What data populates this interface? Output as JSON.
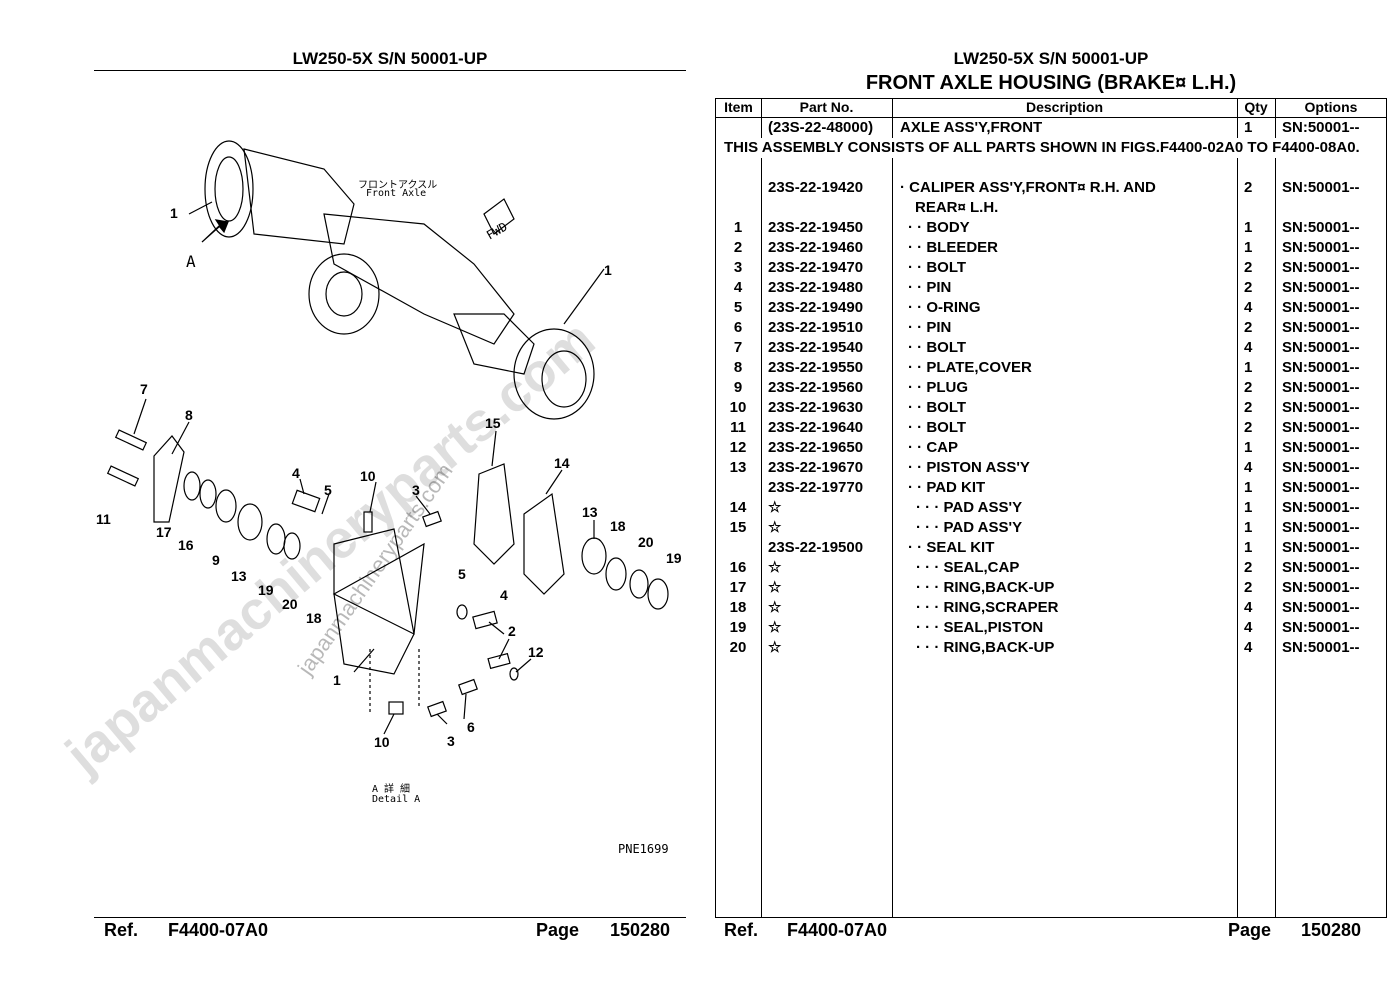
{
  "left": {
    "title": "LW250-5X S/N 50001-UP",
    "footer": {
      "ref_label": "Ref.",
      "ref": "F4400-07A0",
      "page_label": "Page",
      "page": "150280"
    }
  },
  "right": {
    "title": "LW250-5X S/N 50001-UP",
    "subtitle": "FRONT AXLE HOUSING (BRAKE¤ L.H.)",
    "footer": {
      "ref_label": "Ref.",
      "ref": "F4400-07A0",
      "page_label": "Page",
      "page": "150280"
    }
  },
  "table": {
    "headers": {
      "item": "Item",
      "part": "Part No.",
      "desc": "Description",
      "qty": "Qty",
      "opt": "Options"
    },
    "first_row": {
      "item": "",
      "part": "(23S-22-48000)",
      "desc": "AXLE ASS'Y,FRONT",
      "qty": "1",
      "opt": "SN:50001--"
    },
    "note": "THIS ASSEMBLY CONSISTS OF ALL PARTS SHOWN IN FIGS.F4400-02A0 TO F4400-08A0.",
    "caliper": {
      "item": "",
      "part": "23S-22-19420",
      "desc1": "· CALIPER ASS'Y,FRONT¤ R.H. AND",
      "desc2": "REAR¤ L.H.",
      "qty": "2",
      "opt": "SN:50001--"
    },
    "rows": [
      {
        "item": "1",
        "part": "23S-22-19450",
        "desc": "· · BODY",
        "qty": "1",
        "opt": "SN:50001--"
      },
      {
        "item": "2",
        "part": "23S-22-19460",
        "desc": "· · BLEEDER",
        "qty": "1",
        "opt": "SN:50001--"
      },
      {
        "item": "3",
        "part": "23S-22-19470",
        "desc": "· · BOLT",
        "qty": "2",
        "opt": "SN:50001--"
      },
      {
        "item": "4",
        "part": "23S-22-19480",
        "desc": "· · PIN",
        "qty": "2",
        "opt": "SN:50001--"
      },
      {
        "item": "5",
        "part": "23S-22-19490",
        "desc": "· · O-RING",
        "qty": "4",
        "opt": "SN:50001--"
      },
      {
        "item": "6",
        "part": "23S-22-19510",
        "desc": "· · PIN",
        "qty": "2",
        "opt": "SN:50001--"
      },
      {
        "item": "7",
        "part": "23S-22-19540",
        "desc": "· · BOLT",
        "qty": "4",
        "opt": "SN:50001--"
      },
      {
        "item": "8",
        "part": "23S-22-19550",
        "desc": "· · PLATE,COVER",
        "qty": "1",
        "opt": "SN:50001--"
      },
      {
        "item": "9",
        "part": "23S-22-19560",
        "desc": "· · PLUG",
        "qty": "2",
        "opt": "SN:50001--"
      },
      {
        "item": "10",
        "part": "23S-22-19630",
        "desc": "· · BOLT",
        "qty": "2",
        "opt": "SN:50001--"
      },
      {
        "item": "11",
        "part": "23S-22-19640",
        "desc": "· · BOLT",
        "qty": "2",
        "opt": "SN:50001--"
      },
      {
        "item": "12",
        "part": "23S-22-19650",
        "desc": "· · CAP",
        "qty": "1",
        "opt": "SN:50001--"
      },
      {
        "item": "13",
        "part": "23S-22-19670",
        "desc": "· · PISTON ASS'Y",
        "qty": "4",
        "opt": "SN:50001--"
      },
      {
        "item": "",
        "part": "23S-22-19770",
        "desc": "· · PAD KIT",
        "qty": "1",
        "opt": "SN:50001--"
      },
      {
        "item": "14",
        "part": "☆",
        "desc": "· · · PAD ASS'Y",
        "qty": "1",
        "opt": "SN:50001--"
      },
      {
        "item": "15",
        "part": "☆",
        "desc": "· · · PAD ASS'Y",
        "qty": "1",
        "opt": "SN:50001--"
      },
      {
        "item": "",
        "part": "23S-22-19500",
        "desc": "· · SEAL KIT",
        "qty": "1",
        "opt": "SN:50001--"
      },
      {
        "item": "16",
        "part": "☆",
        "desc": "· · · SEAL,CAP",
        "qty": "2",
        "opt": "SN:50001--"
      },
      {
        "item": "17",
        "part": "☆",
        "desc": "· · · RING,BACK-UP",
        "qty": "2",
        "opt": "SN:50001--"
      },
      {
        "item": "18",
        "part": "☆",
        "desc": "· · · RING,SCRAPER",
        "qty": "4",
        "opt": "SN:50001--"
      },
      {
        "item": "19",
        "part": "☆",
        "desc": "· · · SEAL,PISTON",
        "qty": "4",
        "opt": "SN:50001--"
      },
      {
        "item": "20",
        "part": "☆",
        "desc": "· · · RING,BACK-UP",
        "qty": "4",
        "opt": "SN:50001--"
      }
    ]
  },
  "diagram": {
    "jp_front_axle": "フロントアクスル",
    "front_axle": "Front Axle",
    "fwd": "FWD",
    "view_letter": "A",
    "jp_detail": "A 詳 細",
    "detail": "Detail A",
    "fig_code": "PNE1699",
    "callouts": [
      "1",
      "1",
      "7",
      "8",
      "11",
      "17",
      "16",
      "9",
      "13",
      "19",
      "20",
      "18",
      "4",
      "5",
      "10",
      "3",
      "15",
      "14",
      "13",
      "18",
      "20",
      "19",
      "5",
      "4",
      "2",
      "12",
      "1",
      "10",
      "3",
      "6"
    ]
  },
  "watermark": {
    "large": "japanmachineryparts.com",
    "small": "japanmachineryparts.com"
  }
}
